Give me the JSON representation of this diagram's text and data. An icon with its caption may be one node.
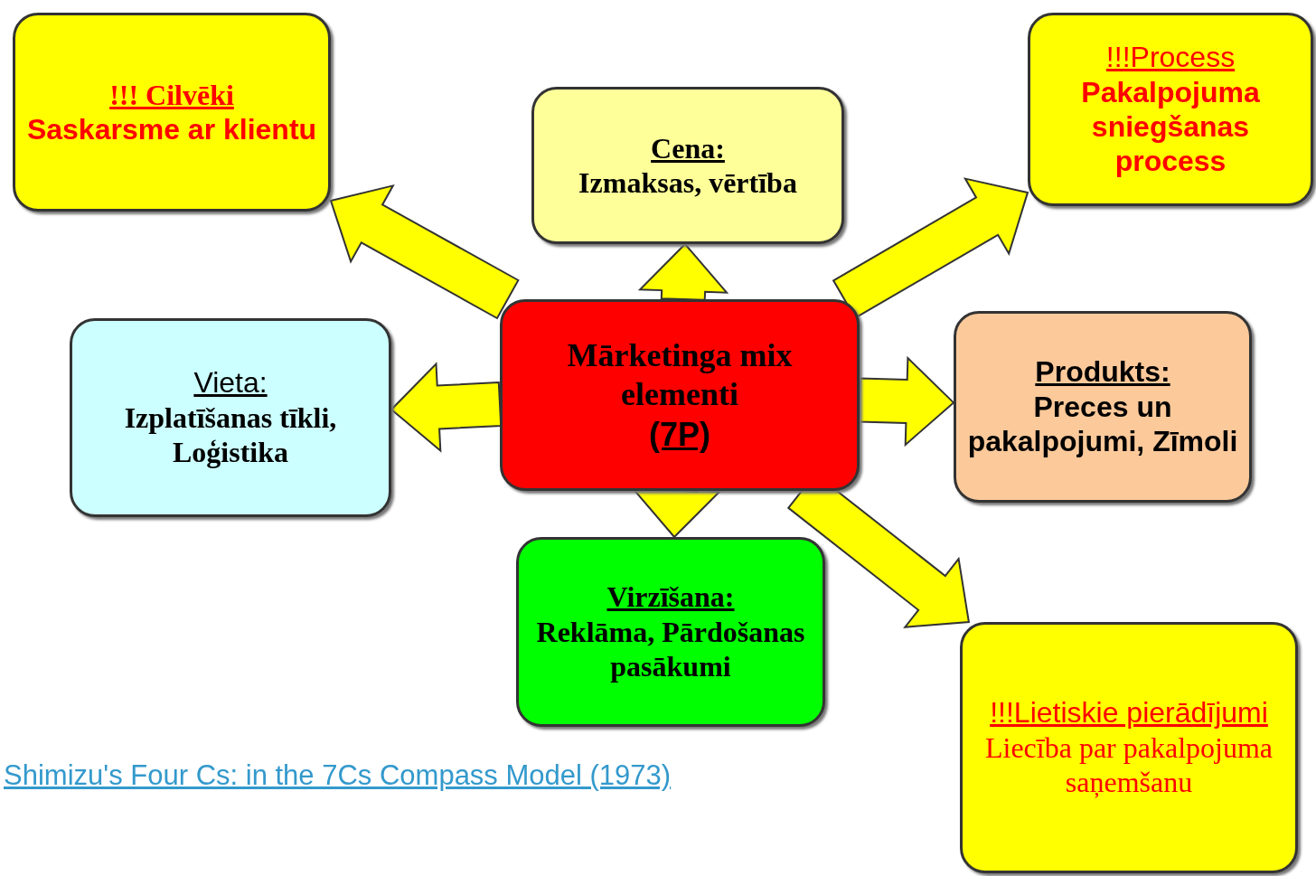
{
  "diagram": {
    "nodes": [
      {
        "text": [
          "Mārketinga mix elementi",
          "(7P)"
        ]
      },
      {
        "text": [
          "!!! Cilvēki",
          "Saskarsme ar klientu"
        ]
      },
      {
        "text": [
          "Cena:",
          "Izmaksas, vērtība"
        ]
      },
      {
        "text": [
          "!!!Process",
          "Pakalpojuma sniegšanas process"
        ]
      },
      {
        "text": [
          "Vieta:",
          "Izplatīšanas tīkli, Loģistika"
        ]
      },
      {
        "text": [
          "Produkts:",
          "Preces un pakalpojumi, Zīmoli"
        ]
      },
      {
        "text": [
          "Virzīšana:",
          "Reklāma, Pārdošanas pasākumi"
        ]
      },
      {
        "text": [
          "!!!Lietiskie pierādījumi",
          "Liecība par pakalpojuma saņemšanu"
        ]
      }
    ],
    "edges": [
      {
        "from": 0,
        "to": 1,
        "arrow": "to"
      },
      {
        "from": 0,
        "to": 2,
        "arrow": "to"
      },
      {
        "from": 0,
        "to": 3,
        "arrow": "to"
      },
      {
        "from": 0,
        "to": 4,
        "arrow": "to"
      },
      {
        "from": 0,
        "to": 5,
        "arrow": "to"
      },
      {
        "from": 0,
        "to": 6,
        "arrow": "to"
      },
      {
        "from": 0,
        "to": 7,
        "arrow": "to"
      }
    ],
    "labels": [
      "Shimizu's Four Cs: in the 7Cs Compass Model (1973)"
    ]
  }
}
